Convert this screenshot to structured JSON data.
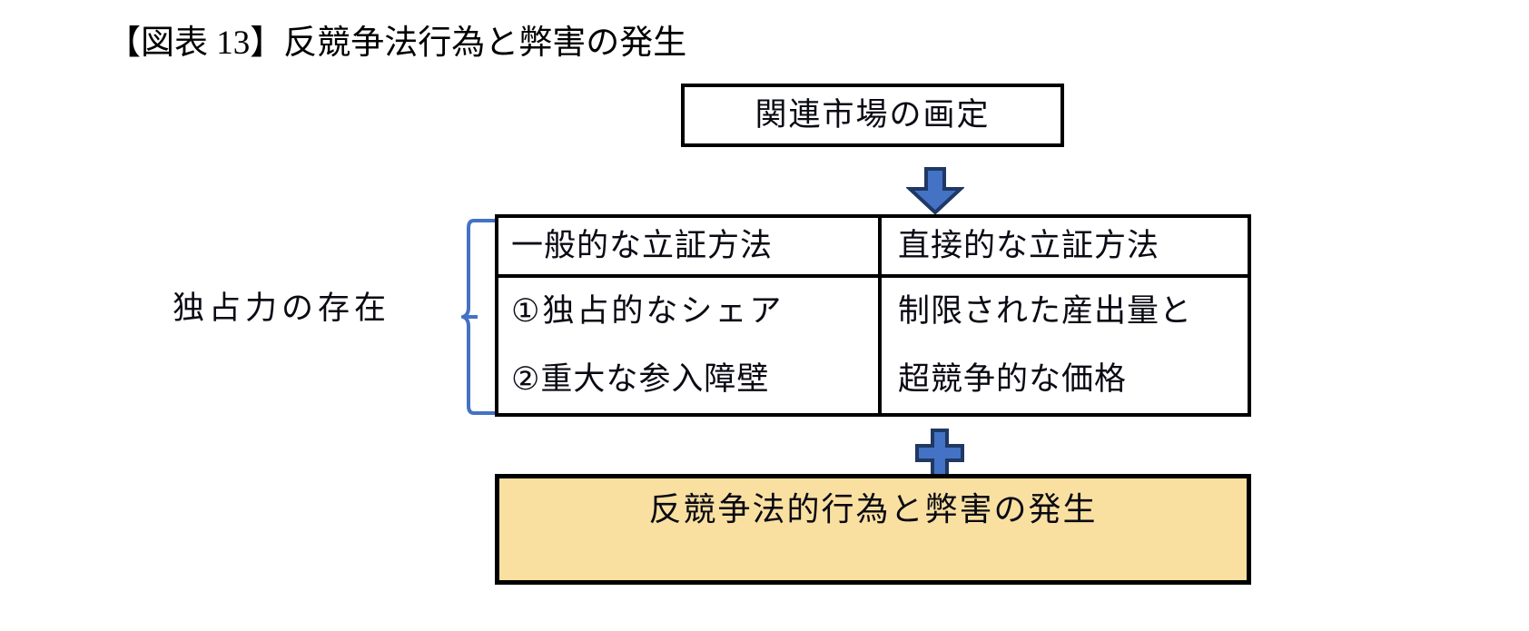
{
  "figure": {
    "title": "【図表 13】反競争法行為と弊害の発生",
    "colors": {
      "arrow_fill": "#4472C4",
      "arrow_stroke": "#1F3864",
      "brace_stroke": "#4472C4",
      "result_fill": "#FAE0A0",
      "border": "#000000",
      "text": "#0A0A14"
    }
  },
  "top_box": {
    "label": "関連市場の画定"
  },
  "arrow": {
    "name": "down-arrow"
  },
  "left_group": {
    "label": "独占力の存在",
    "brace": "curly-brace"
  },
  "matrix": {
    "rows": [
      {
        "left": "一般的な立証方法",
        "right": "直接的な立証方法"
      },
      {
        "left": "①独占的なシェア",
        "right": "制限された産出量と"
      },
      {
        "left": "②重大な参入障壁",
        "right": "超競争的な価格"
      }
    ]
  },
  "plus": {
    "name": "plus-sign"
  },
  "result_box": {
    "label": "反競争法的行為と弊害の発生"
  }
}
